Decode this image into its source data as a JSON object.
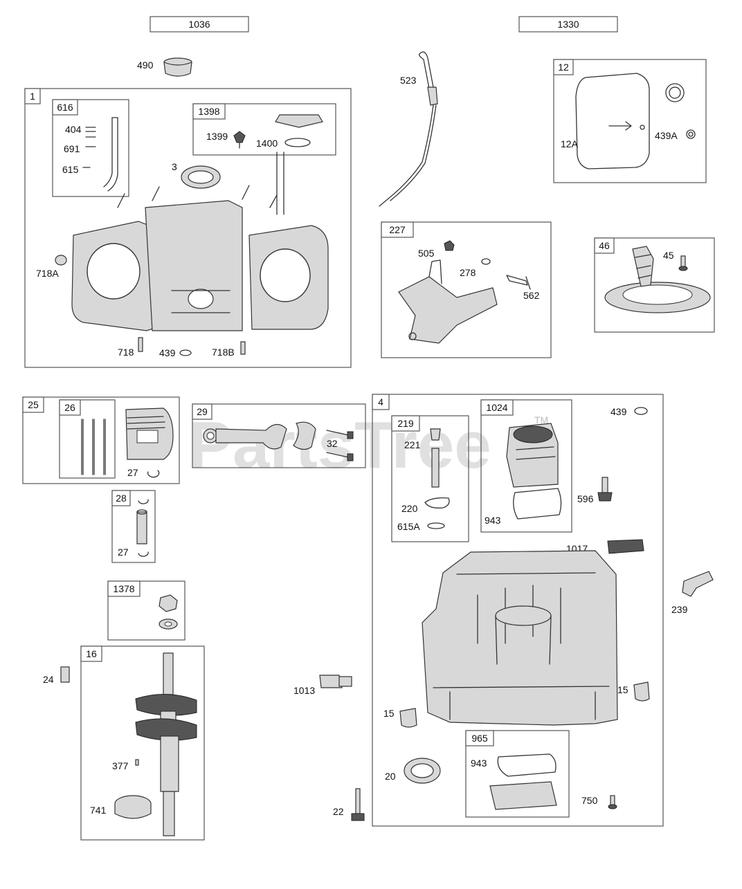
{
  "header_refs": [
    "1036",
    "1330"
  ],
  "group_labels": {
    "g1": "1",
    "g616": "616",
    "g1398": "1398",
    "g12": "12",
    "g227": "227",
    "g46": "46",
    "g25": "25",
    "g26": "26",
    "g29": "29",
    "g4": "4",
    "g219": "219",
    "g1024": "1024",
    "g28": "28",
    "g1378": "1378",
    "g16": "16",
    "g965": "965"
  },
  "callouts": {
    "c490": "490",
    "c523": "523",
    "c404": "404",
    "c691": "691",
    "c615": "615",
    "c1399": "1399",
    "c1400": "1400",
    "c3": "3",
    "c718A": "718A",
    "c718": "718",
    "c439a": "439",
    "c718B": "718B",
    "c12A": "12A",
    "c439A": "439A",
    "c505": "505",
    "c278": "278",
    "c562": "562",
    "c45": "45",
    "c27a": "27",
    "c32": "32",
    "c221": "221",
    "c220": "220",
    "c615A": "615A",
    "c943a": "943",
    "c439b": "439",
    "c596": "596",
    "c1017": "1017",
    "c239": "239",
    "c27b": "27",
    "c24": "24",
    "c1013": "1013",
    "c377": "377",
    "c741": "741",
    "c15a": "15",
    "c15b": "15",
    "c20": "20",
    "c943b": "943",
    "c750": "750",
    "c22": "22"
  },
  "watermark": "PartsTree",
  "watermark_tm": "TM"
}
